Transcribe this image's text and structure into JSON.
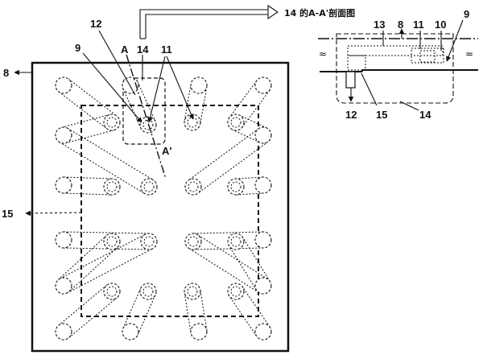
{
  "labels": {
    "board": "8",
    "section_line": "12",
    "section_a": "A",
    "section_a_prime": "A'",
    "detail": "14",
    "contact_left": "9",
    "contact_right": "11",
    "die_outline": "15"
  },
  "section_view": {
    "title": "14 的A-A'剖面图",
    "labels": {
      "top_13": "13",
      "top_8": "8",
      "top_11": "11",
      "top_10": "10",
      "top_9": "9",
      "bottom_12": "12",
      "bottom_15": "15",
      "bottom_14": "14"
    },
    "break_symbol": "≈"
  },
  "colors": {
    "ink": "#111111",
    "background": "#ffffff"
  }
}
